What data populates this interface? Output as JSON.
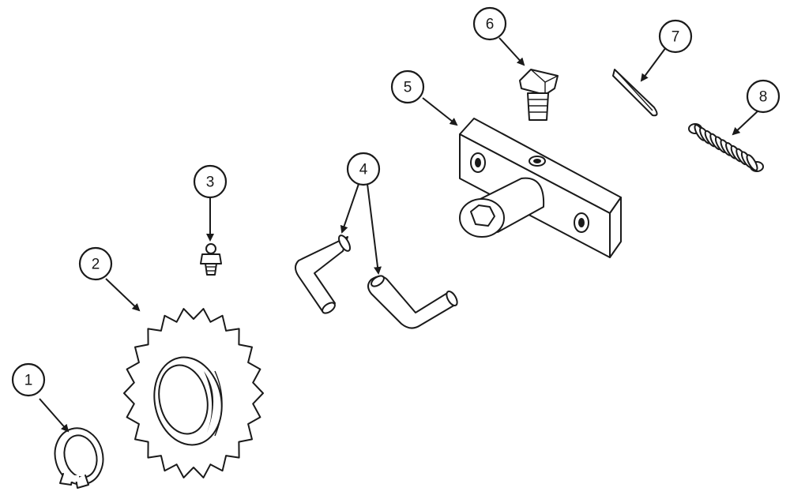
{
  "diagram": {
    "callouts": [
      {
        "id": "1",
        "label": "1"
      },
      {
        "id": "2",
        "label": "2"
      },
      {
        "id": "3",
        "label": "3"
      },
      {
        "id": "4",
        "label": "4"
      },
      {
        "id": "5",
        "label": "5"
      },
      {
        "id": "6",
        "label": "6"
      },
      {
        "id": "7",
        "label": "7"
      },
      {
        "id": "8",
        "label": "8"
      }
    ],
    "colors": {
      "ink": "#1a1a1a",
      "paper": "#ffffff"
    }
  }
}
